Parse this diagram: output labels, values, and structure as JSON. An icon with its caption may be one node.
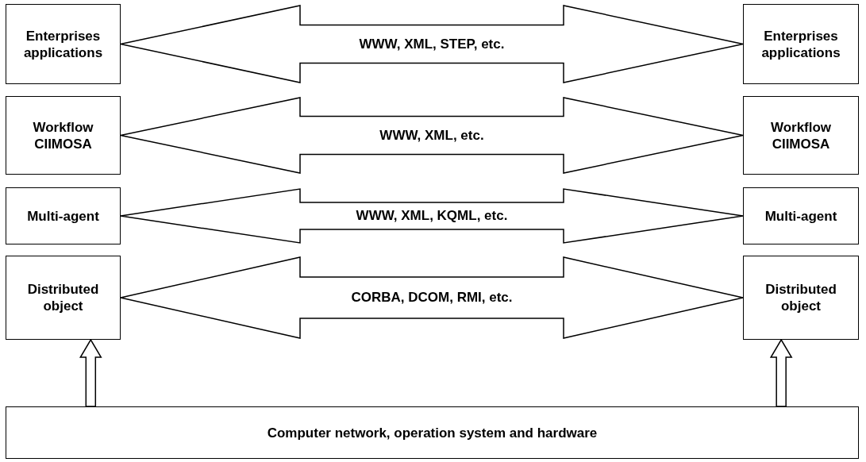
{
  "diagram": {
    "nodes": [
      {
        "text": [
          "Enterprises applications"
        ]
      },
      {
        "text": [
          "Enterprises applications"
        ]
      },
      {
        "text": [
          "Workflow CIIMOSA"
        ]
      },
      {
        "text": [
          "Workflow CIIMOSA"
        ]
      },
      {
        "text": [
          "Multi-agent"
        ]
      },
      {
        "text": [
          "Multi-agent"
        ]
      },
      {
        "text": [
          "Distributed object"
        ]
      },
      {
        "text": [
          "Distributed object"
        ]
      },
      {
        "text": [
          "Computer network, operation system and hardware"
        ]
      }
    ],
    "edges": [
      {
        "from": 0,
        "to": 1,
        "arrow": "both",
        "label": "WWW, XML, STEP, etc."
      },
      {
        "from": 2,
        "to": 3,
        "arrow": "both",
        "label": "WWW, XML, etc."
      },
      {
        "from": 4,
        "to": 5,
        "arrow": "both",
        "label": "WWW, XML, KQML, etc."
      },
      {
        "from": 6,
        "to": 7,
        "arrow": "both",
        "label": "CORBA, DCOM, RMI, etc."
      },
      {
        "from": 8,
        "to": 6,
        "arrow": "to"
      },
      {
        "from": 8,
        "to": 7,
        "arrow": "to"
      }
    ]
  }
}
